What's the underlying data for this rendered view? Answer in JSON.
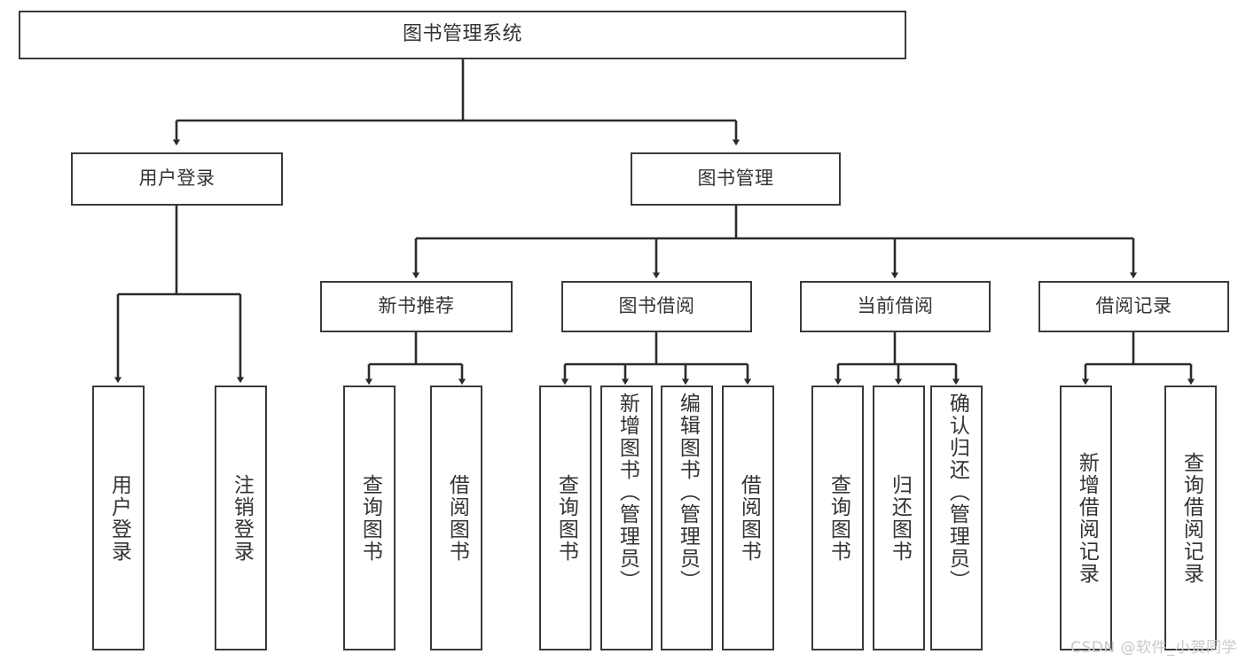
{
  "diagram": {
    "title": "图书管理系统",
    "type": "tree",
    "watermark": "CSDN @软件_小贺同学",
    "colors": {
      "box_border": "#3a3a3a",
      "box_fill": "#ffffff",
      "text": "#333333",
      "line": "#2b2b2b",
      "background": "#ffffff",
      "watermark": "#c9c9c9"
    },
    "root": {
      "label": "图书管理系统"
    },
    "level2": [
      {
        "label": "用户登录"
      },
      {
        "label": "图书管理"
      }
    ],
    "level3": [
      {
        "label": "新书推荐"
      },
      {
        "label": "图书借阅"
      },
      {
        "label": "当前借阅"
      },
      {
        "label": "借阅记录"
      }
    ],
    "leaves": {
      "user_login": [
        {
          "label": "用户登录"
        },
        {
          "label": "注销登录"
        }
      ],
      "new_book_recommend": [
        {
          "label": "查询图书"
        },
        {
          "label": "借阅图书"
        }
      ],
      "book_borrow": [
        {
          "label": "查询图书"
        },
        {
          "label": "新增图书（管理员）"
        },
        {
          "label": "编辑图书（管理员）"
        },
        {
          "label": "借阅图书"
        }
      ],
      "current_borrow": [
        {
          "label": "查询图书"
        },
        {
          "label": "归还图书"
        },
        {
          "label": "确认归还（管理员）"
        }
      ],
      "borrow_record": [
        {
          "label": "新增借阅记录"
        },
        {
          "label": "查询借阅记录"
        }
      ]
    }
  }
}
